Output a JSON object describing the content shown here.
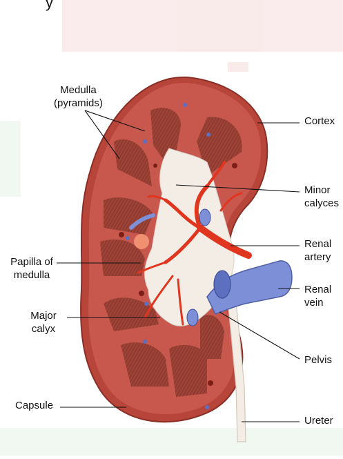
{
  "diagram": {
    "labels": {
      "medulla_line1": "Medulla",
      "medulla_line2": "(pyramids)",
      "cortex": "Cortex",
      "minor_calyces_line1": "Minor",
      "minor_calyces_line2": "calyces",
      "renal_artery_line1": "Renal",
      "renal_artery_line2": "artery",
      "renal_vein_line1": "Renal",
      "renal_vein_line2": "vein",
      "papilla_line1": "Papilla of",
      "papilla_line2": "medulla",
      "major_calyx_line1": "Major",
      "major_calyx_line2": "calyx",
      "pelvis": "Pelvis",
      "capsule": "Capsule",
      "ureter": "Ureter",
      "top_fragment": "y"
    },
    "colors": {
      "capsule": "#b8453a",
      "cortex": "#c8584e",
      "pyramid": "#8e3b30",
      "pelvis": "#f3ede6",
      "artery": "#e0361f",
      "vein": "#7d8fd6",
      "background_tint_pink": "#f6dcdc",
      "background_tint_green": "#e3f3e6"
    }
  }
}
